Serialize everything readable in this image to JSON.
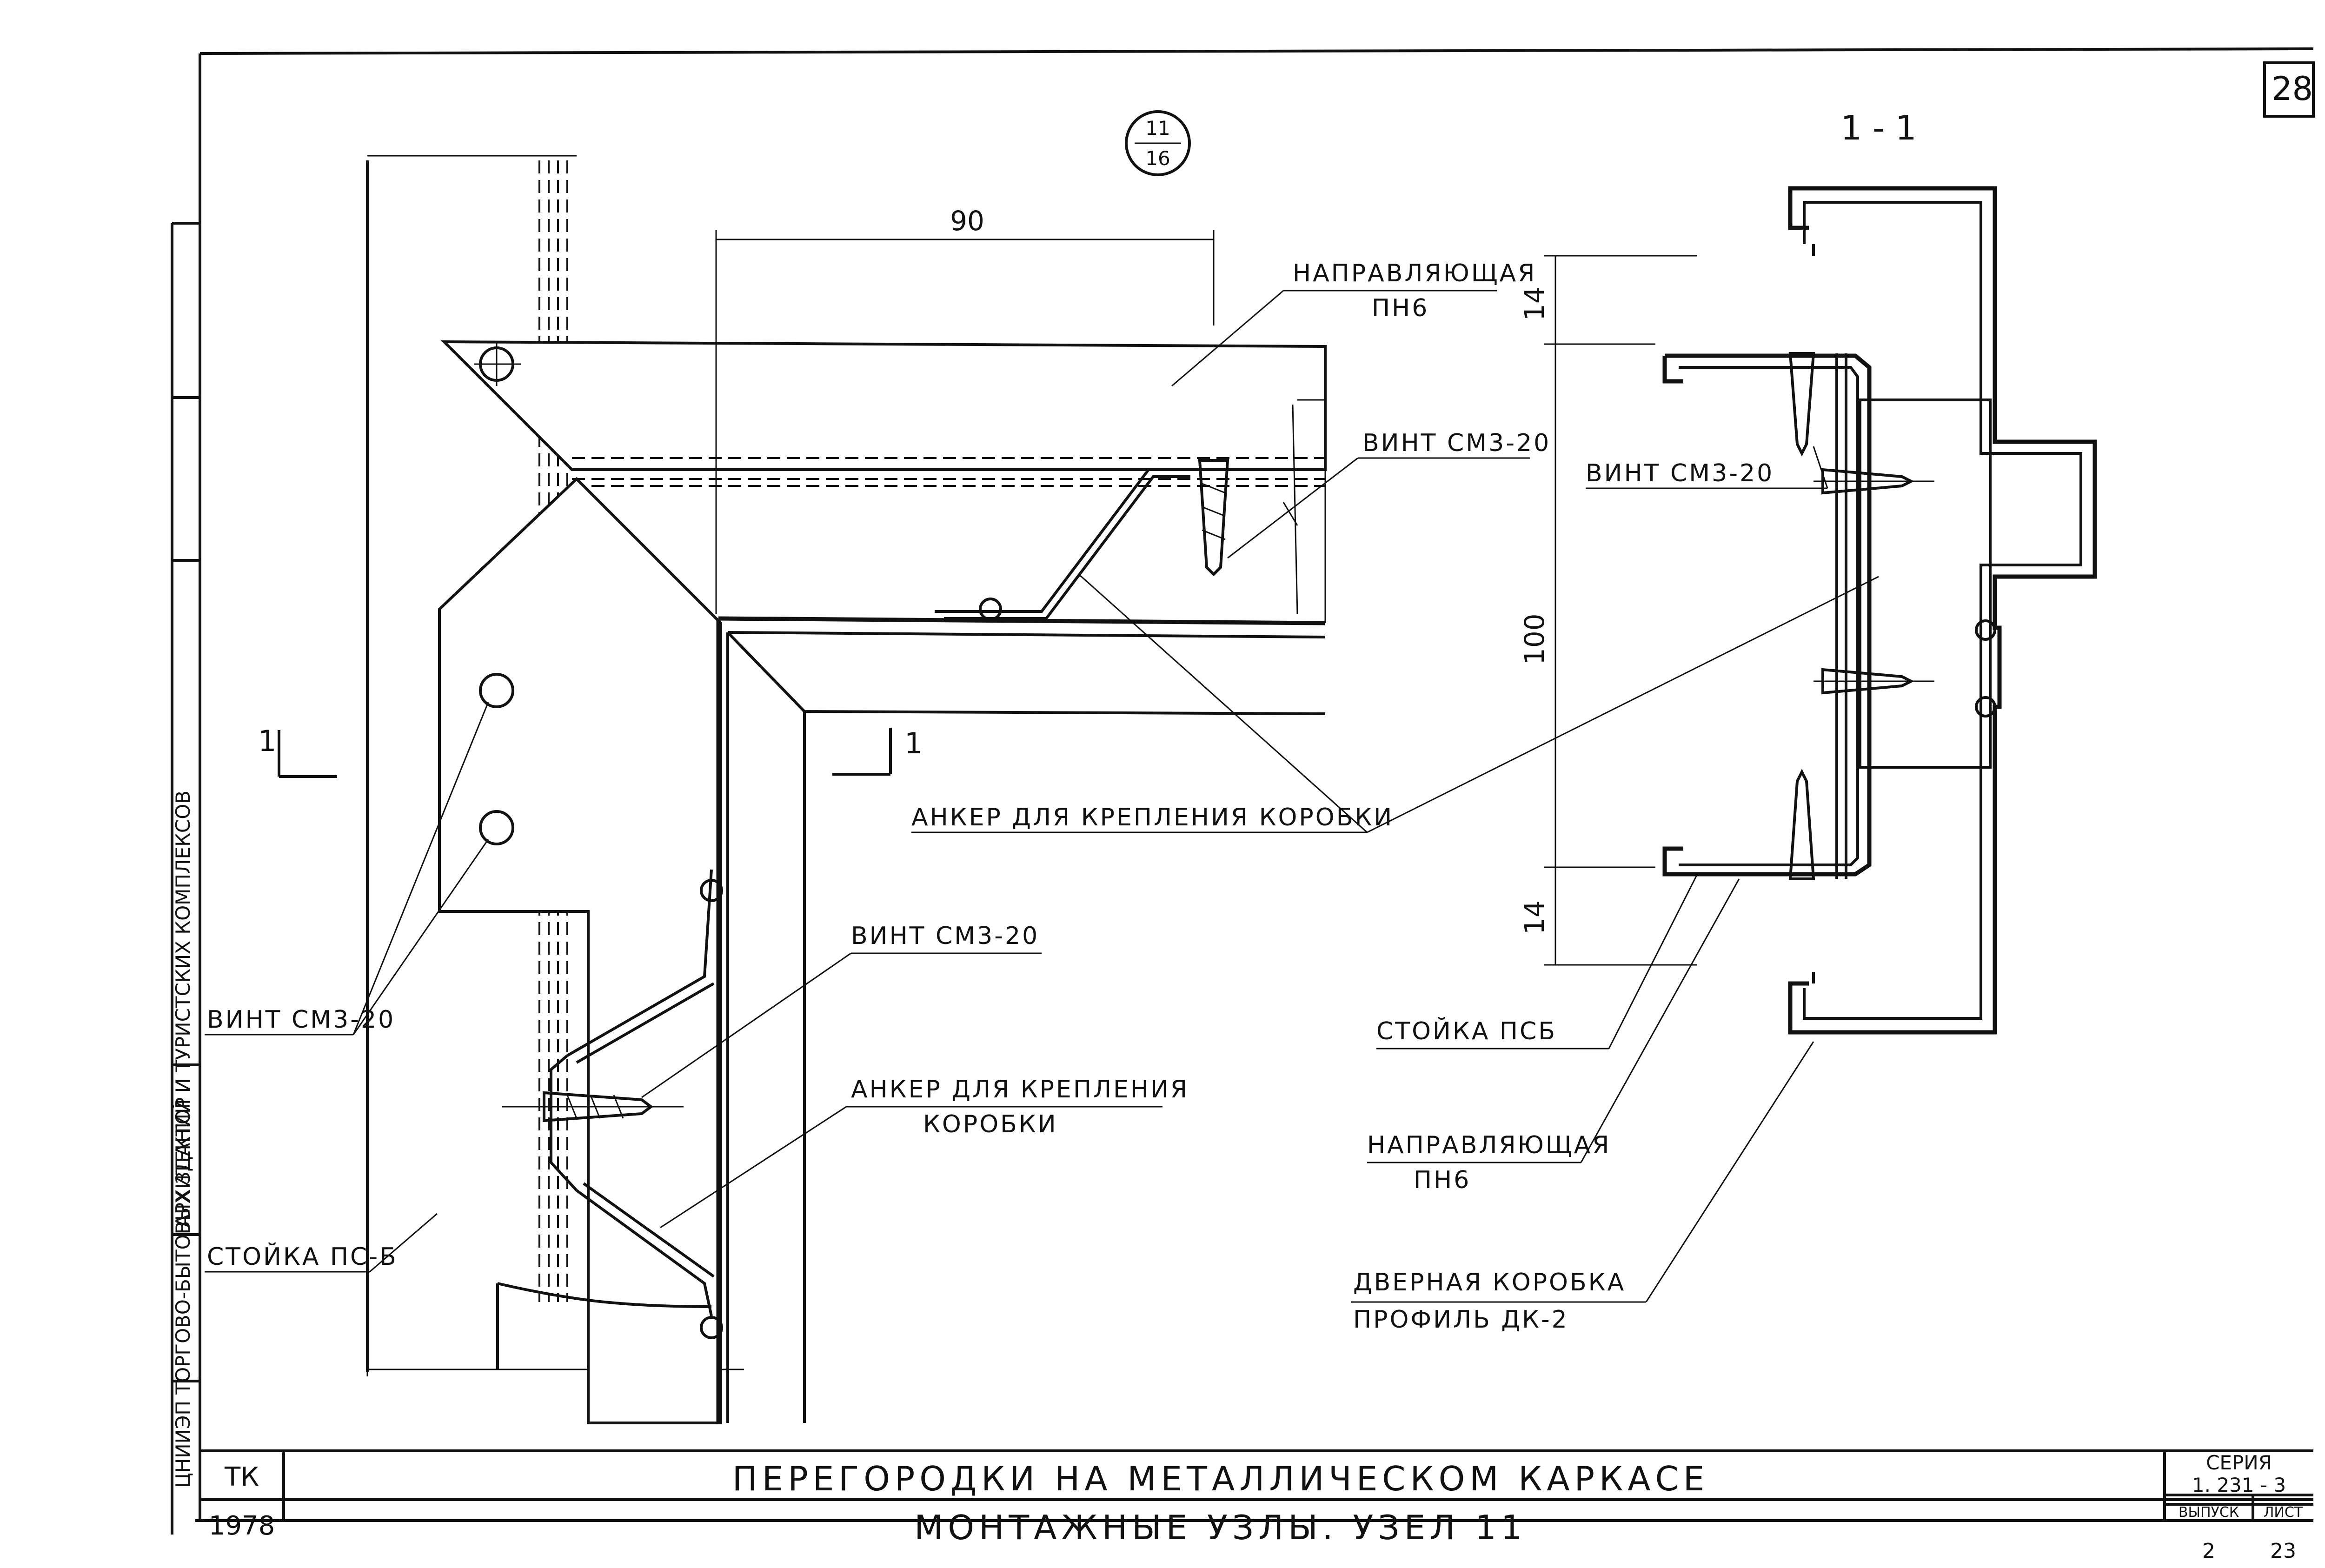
{
  "sheet_number": "28",
  "node_marker": {
    "top": "11",
    "bottom": "16"
  },
  "section_title": "1 - 1",
  "section_marks": {
    "left": "1",
    "right": "1"
  },
  "dimensions": {
    "d90": "90",
    "d14_top": "14",
    "d100": "100",
    "d14_bottom": "14"
  },
  "labels": {
    "guide_pn6_line1": "НАПРАВЛЯЮЩАЯ",
    "guide_pn6_line2": "ПН6",
    "screw_top": "ВИНТ СМ3-20",
    "screw_section": "ВИНТ СМ3-20",
    "anchor_main": "АНКЕР ДЛЯ КРЕПЛЕНИЯ КОРОБКИ",
    "screw_mid": "ВИНТ СМ3-20",
    "anchor_lower_line1": "АНКЕР ДЛЯ КРЕПЛЕНИЯ",
    "anchor_lower_line2": "КОРОБКИ",
    "screw_left": "ВИНТ СМ3-20",
    "post_left": "СТОЙКА ПС-Б",
    "post_section": "СТОЙКА ПСБ",
    "guide_section_line1": "НАПРАВЛЯЮЩАЯ",
    "guide_section_line2": "ПН6",
    "door_box_line1": "ДВЕРНАЯ КОРОБКА",
    "door_box_line2": "ПРОФИЛЬ ДК-2"
  },
  "margin_stamp": "ЦНИИЭП ТОРГОВО-БЫТОВЫХ ЗДАНИЙ И ТУРИСТСКИХ КОМПЛЕКСОВ",
  "margin_role": "АРХИТЕКТОР",
  "title_block": {
    "org": "ТК",
    "year": "1978",
    "title": "ПЕРЕГОРОДКИ НА МЕТАЛЛИЧЕСКОМ КАРКАСЕ",
    "subtitle": "МОНТАЖНЫЕ УЗЛЫ. УЗЕЛ 11",
    "series_label": "СЕРИЯ",
    "series_value": "1. 231 - 3",
    "issue_label": "ВЫПУСК",
    "issue_value": "2",
    "sheet_label": "ЛИСТ",
    "sheet_value": "23"
  }
}
